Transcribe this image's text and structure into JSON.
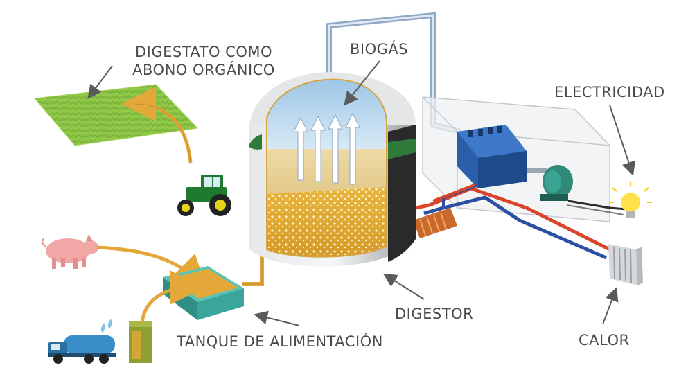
{
  "labels": {
    "digestato_line1": "DIGESTATO COMO",
    "digestato_line2": "ABONO ORGÁNICO",
    "biogas": "BIOGÁS",
    "electricidad": "ELECTRICIDAD",
    "digestor": "DIGESTOR",
    "tanque": "TANQUE DE ALIMENTACIÓN",
    "calor": "CALOR"
  },
  "colors": {
    "label_text": "#4a4a4a",
    "field_green": "#8cc63f",
    "tractor_green": "#1e7a2e",
    "tractor_yellow": "#e8d21a",
    "pig_pink": "#f2a7a7",
    "tank_teal": "#3aa59a",
    "substrate_orange": "#e3a73a",
    "digestate_yellow": "#e8c94a",
    "gas_blue": "#b8d8ee",
    "dome_gray": "#cfd3d6",
    "engine_blue": "#2a5ea8",
    "generator_teal": "#2f8a7a",
    "pipe_hot": "#d9452b",
    "pipe_cold": "#2b4fa3",
    "gas_pipe": "#8fa9c4",
    "bulb_yellow": "#ffe24a"
  },
  "icons": [
    "field-icon",
    "tractor-icon",
    "pig-icon",
    "truck-icon",
    "container-icon",
    "feed-tank-icon",
    "digester-icon",
    "engine-icon",
    "generator-icon",
    "bulb-icon",
    "radiator-icon",
    "heat-exchanger-icon"
  ]
}
